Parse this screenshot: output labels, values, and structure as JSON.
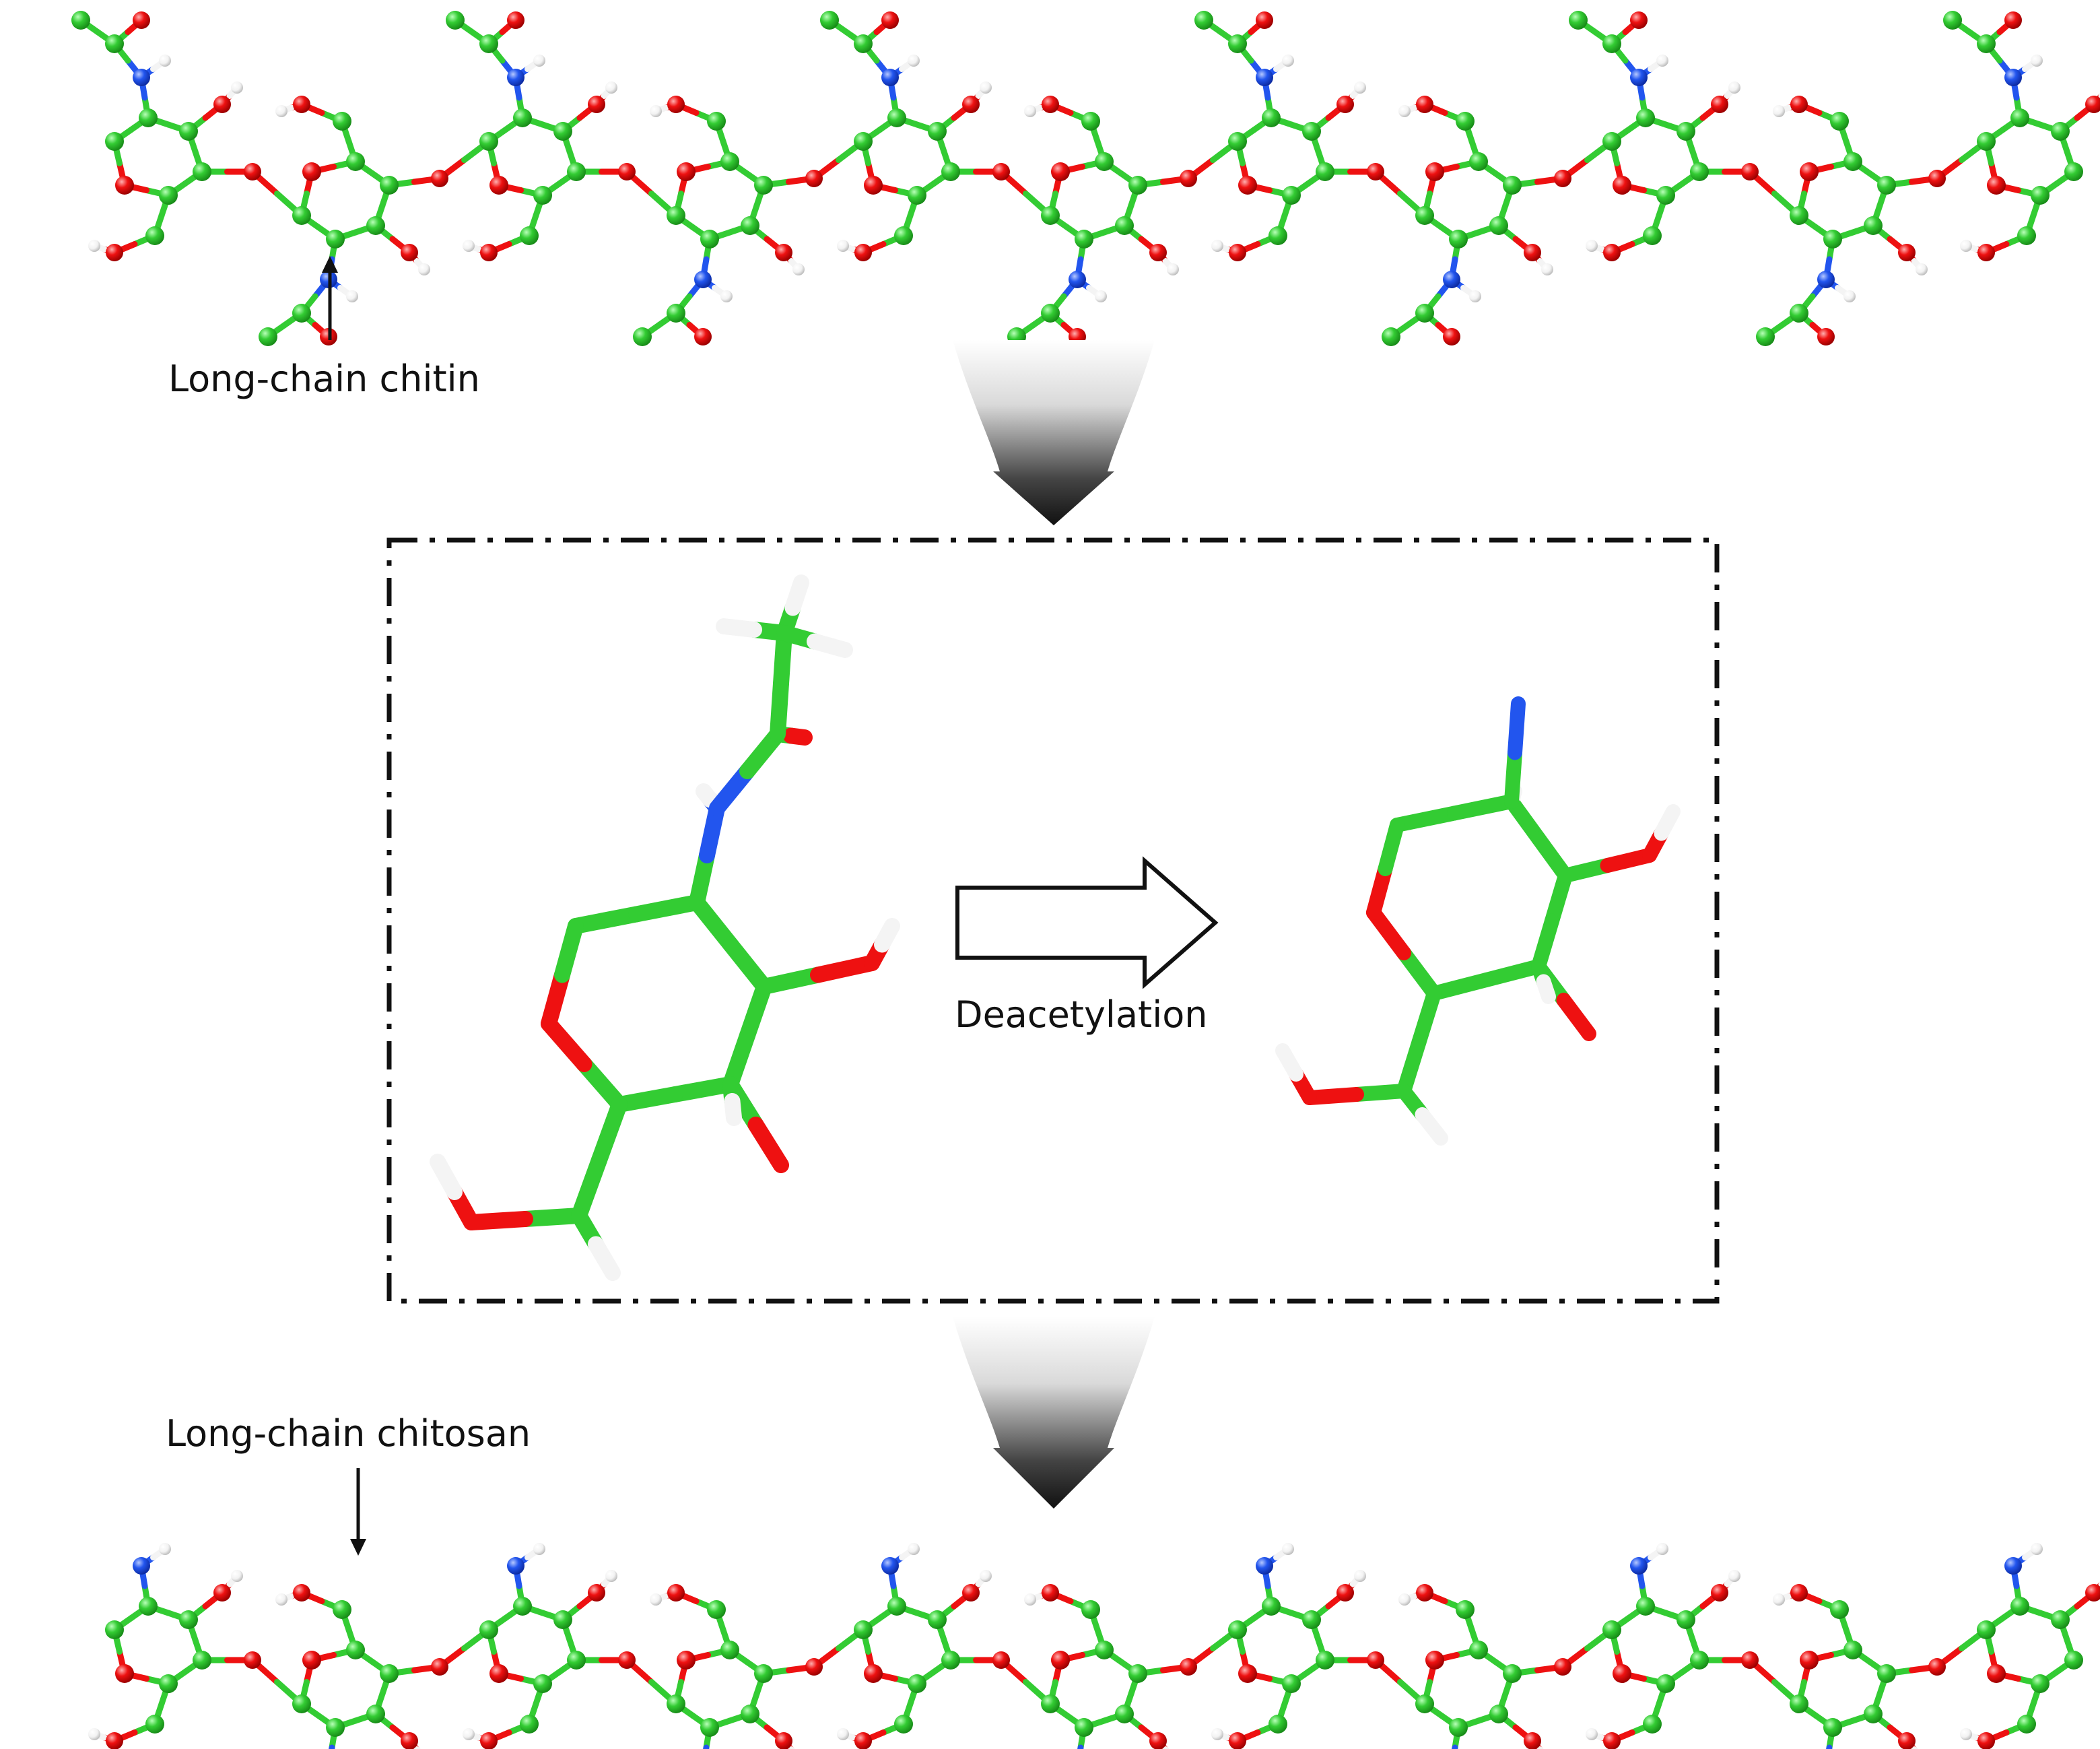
{
  "labels": {
    "chitin": "Long-chain chitin",
    "chitosan": "Long-chain chitosan",
    "reaction": "Deacetylation"
  },
  "colors": {
    "carbon": "#33cc33",
    "oxygen": "#ee1111",
    "nitrogen": "#2255ee",
    "hydrogen": "#ffffff",
    "bond": "#3ccc3c",
    "frame": "#111111"
  },
  "icons": {
    "down_arrow": "funnel-down-arrow-icon",
    "reaction_arrow": "outline-right-arrow-icon"
  }
}
